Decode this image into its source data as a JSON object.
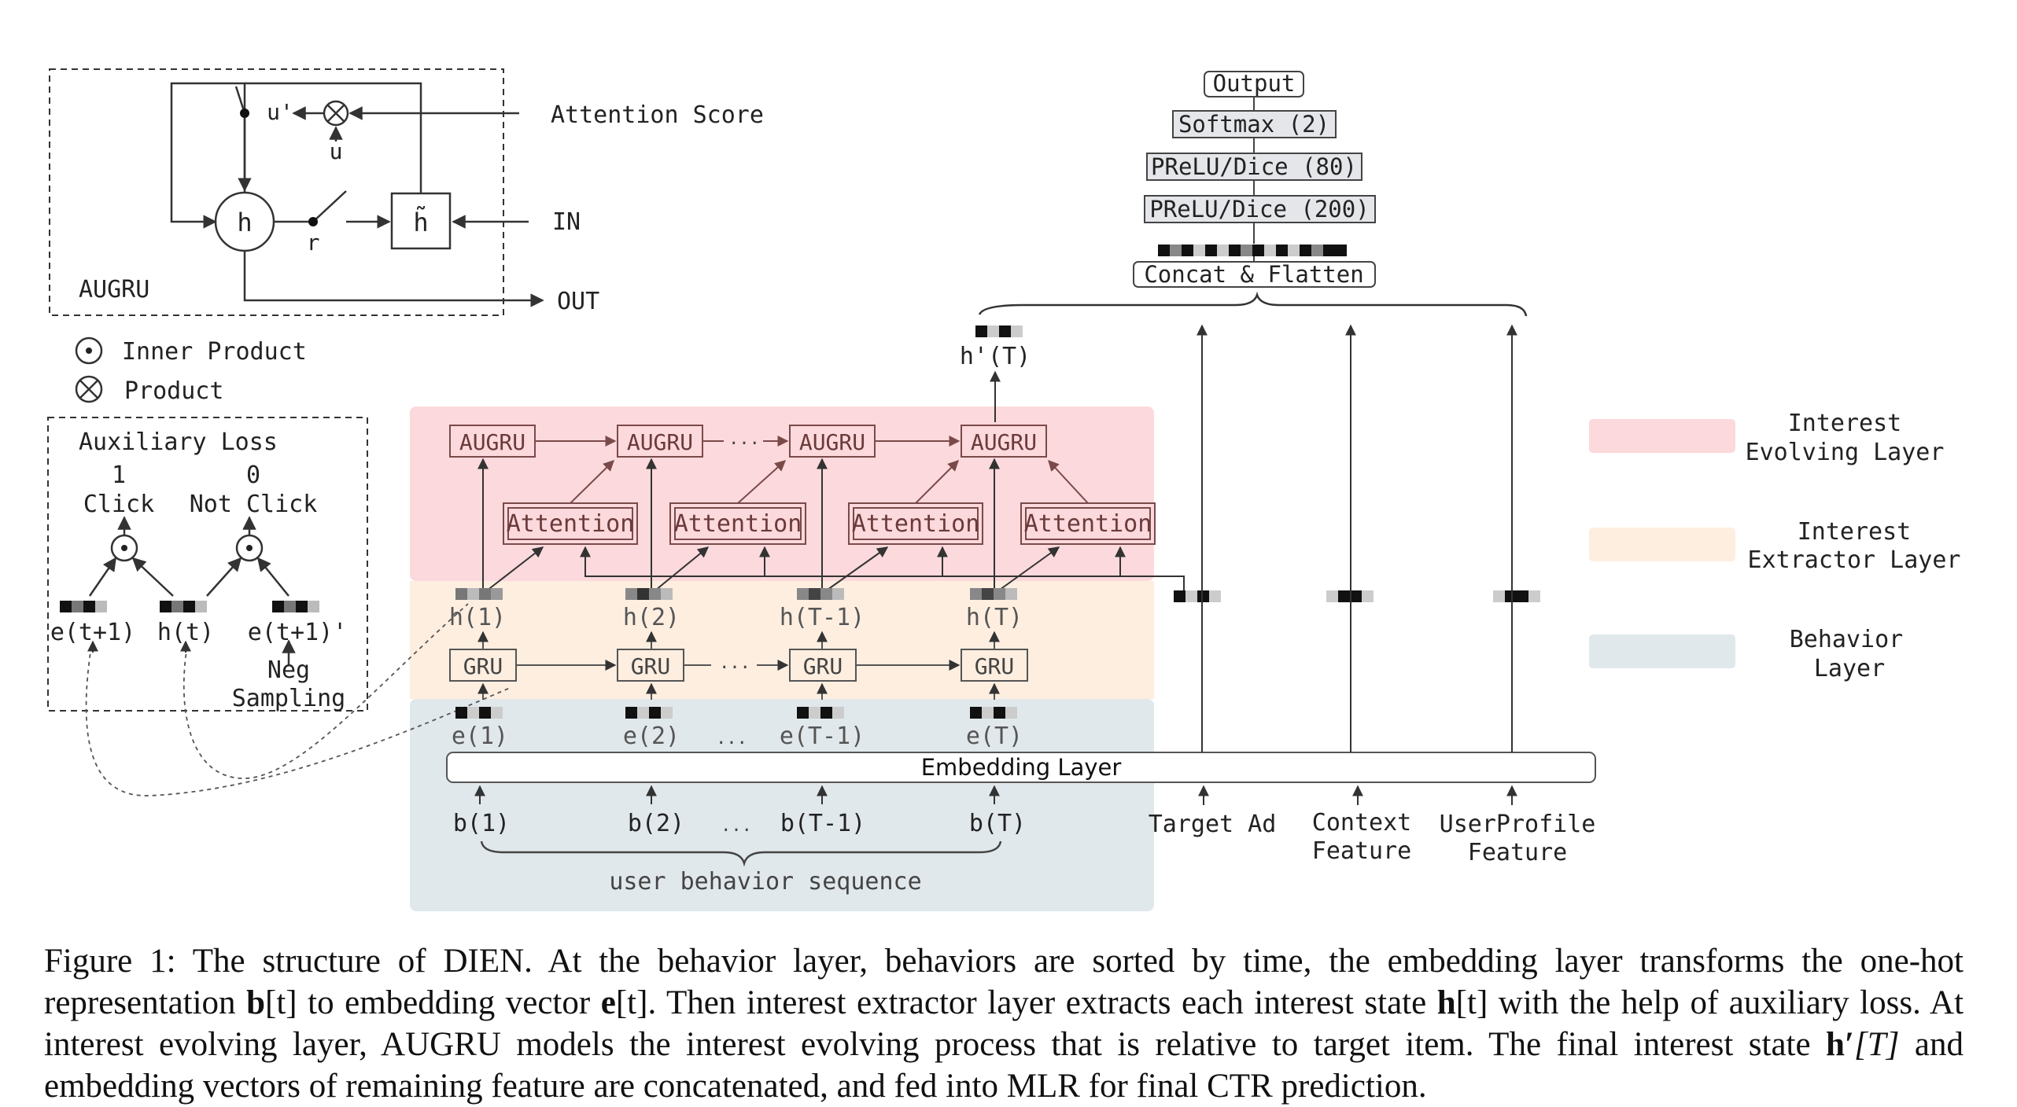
{
  "augru_cell": {
    "box_label": "AUGRU",
    "h": "h",
    "h_tilde": "h̃",
    "u_prime": "u'",
    "u": "u",
    "r": "r",
    "attention_score": "Attention Score",
    "in": "IN",
    "out": "OUT"
  },
  "legend_ops": {
    "inner_product": "Inner Product",
    "product": "Product"
  },
  "aux_loss": {
    "title": "Auxiliary Loss",
    "click_value": "1",
    "click_label": "Click",
    "not_click_value": "0",
    "not_click_label": "Not Click",
    "e_t1": "e(t+1)",
    "h_t": "h(t)",
    "e_t1_neg": "e(t+1)'",
    "neg": "Neg",
    "sampling": "Sampling"
  },
  "mlp": {
    "output": "Output",
    "softmax": "Softmax (2)",
    "prelu80": "PReLU/Dice (80)",
    "prelu200": "PReLU/Dice (200)",
    "concat": "Concat & Flatten",
    "h_prime_T": "h'(T)"
  },
  "evolving": {
    "augru": [
      "AUGRU",
      "AUGRU",
      "AUGRU",
      "AUGRU"
    ],
    "attention": [
      "Attention",
      "Attention",
      "Attention",
      "Attention"
    ],
    "ellipsis": "..."
  },
  "extractor": {
    "hidden": [
      "h(1)",
      "h(2)",
      "h(T-1)",
      "h(T)"
    ],
    "gru": [
      "GRU",
      "GRU",
      "GRU",
      "GRU"
    ],
    "ellipsis": "..."
  },
  "behavior": {
    "embeds": [
      "e(1)",
      "e(2)",
      "e(T-1)",
      "e(T)"
    ],
    "inputs": [
      "b(1)",
      "b(2)",
      "b(T-1)",
      "b(T)"
    ],
    "ellipsis": "...",
    "sequence_label": "user behavior sequence"
  },
  "embedding_layer": "Embedding Layer",
  "features": {
    "target_ad": "Target Ad",
    "context_1": "Context",
    "context_2": "Feature",
    "userprofile_1": "UserProfile",
    "userprofile_2": "Feature"
  },
  "legend_layers": [
    {
      "line1": "Interest",
      "line2": "Evolving Layer",
      "color": "#fcd9dc"
    },
    {
      "line1": "Interest",
      "line2": "Extractor Layer",
      "color": "#fdeee0"
    },
    {
      "line1": "Behavior",
      "line2": "Layer",
      "color": "#e1e8ec"
    }
  ],
  "caption": {
    "p1": "Figure 1: The structure of DIEN. At the behavior layer, behaviors are sorted by time, the embedding layer transforms the one-hot representation ",
    "b": "b",
    "t1": "[t]",
    "p2": " to embedding vector ",
    "e": "e",
    "t2": "[t]",
    "p3": ". Then interest extractor layer extracts each interest state ",
    "h": "h",
    "t3": "[t]",
    "p4": " with the help of auxiliary loss. At interest evolving layer, AUGRU models the interest evolving process that is relative to target item. The final interest state ",
    "hp": "h′",
    "T": "[T]",
    "p5": " and embedding vectors of remaining feature are concatenated, and fed into MLR for final CTR prediction."
  }
}
